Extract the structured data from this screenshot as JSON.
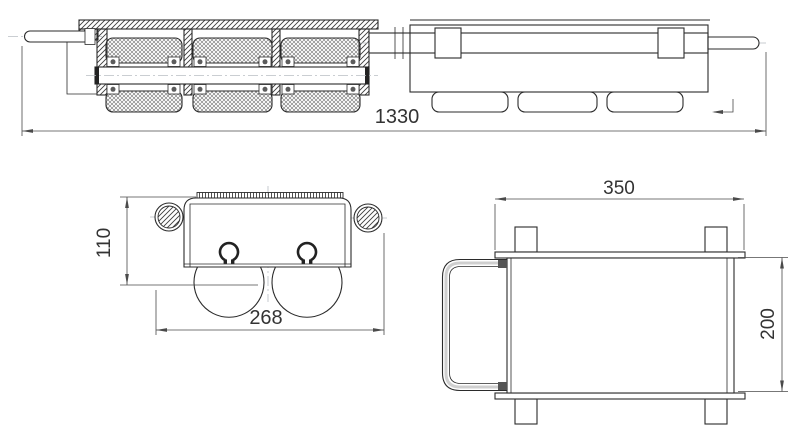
{
  "colors": {
    "background": "#ffffff",
    "outline": "#2b2b2b",
    "dimension_line": "#4a4a4a",
    "dimension_text": "#333333",
    "centerline": "#b9bec4"
  },
  "dimensions": {
    "overall_length": "1330",
    "end_view_height": "110",
    "end_view_width": "268",
    "plan_view_length": "350",
    "plan_view_width": "200"
  }
}
